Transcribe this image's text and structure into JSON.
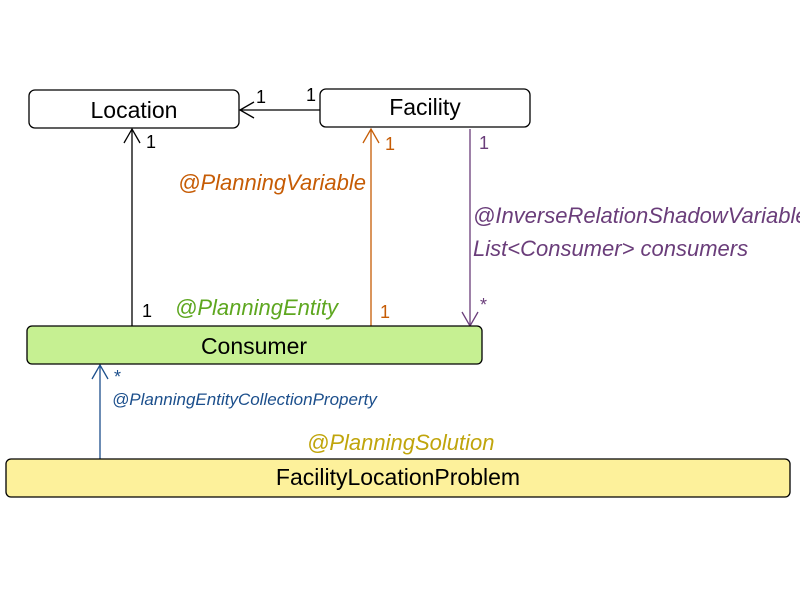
{
  "colors": {
    "black": "#000000",
    "orange": "#c65c05",
    "purple": "#6a3d7a",
    "green": "#5ea720",
    "blue": "#1c4f8c",
    "gold": "#c0a50c",
    "consumer_fill": "#c6f092",
    "problem_fill": "#fdf19b",
    "box_fill": "#ffffff"
  },
  "nodes": {
    "location": {
      "label": "Location"
    },
    "facility": {
      "label": "Facility"
    },
    "consumer": {
      "label": "Consumer"
    },
    "problem": {
      "label": "FacilityLocationProblem"
    }
  },
  "edges": {
    "facility_location": {
      "source_mult": "1",
      "target_mult": "1"
    },
    "consumer_location": {
      "source_mult": "1",
      "target_mult": "1"
    },
    "consumer_facility": {
      "source_mult": "1",
      "target_mult": "1",
      "annotation": "@PlanningVariable"
    },
    "facility_consumers": {
      "source_mult": "1",
      "target_mult": "*",
      "annotation_line1": "@InverseRelationShadowVariable",
      "annotation_line2": "List<Consumer> consumers"
    },
    "problem_consumers": {
      "target_mult": "*",
      "annotation": "@PlanningEntityCollectionProperty"
    }
  },
  "annotations": {
    "planning_entity": "@PlanningEntity",
    "planning_solution": "@PlanningSolution"
  }
}
